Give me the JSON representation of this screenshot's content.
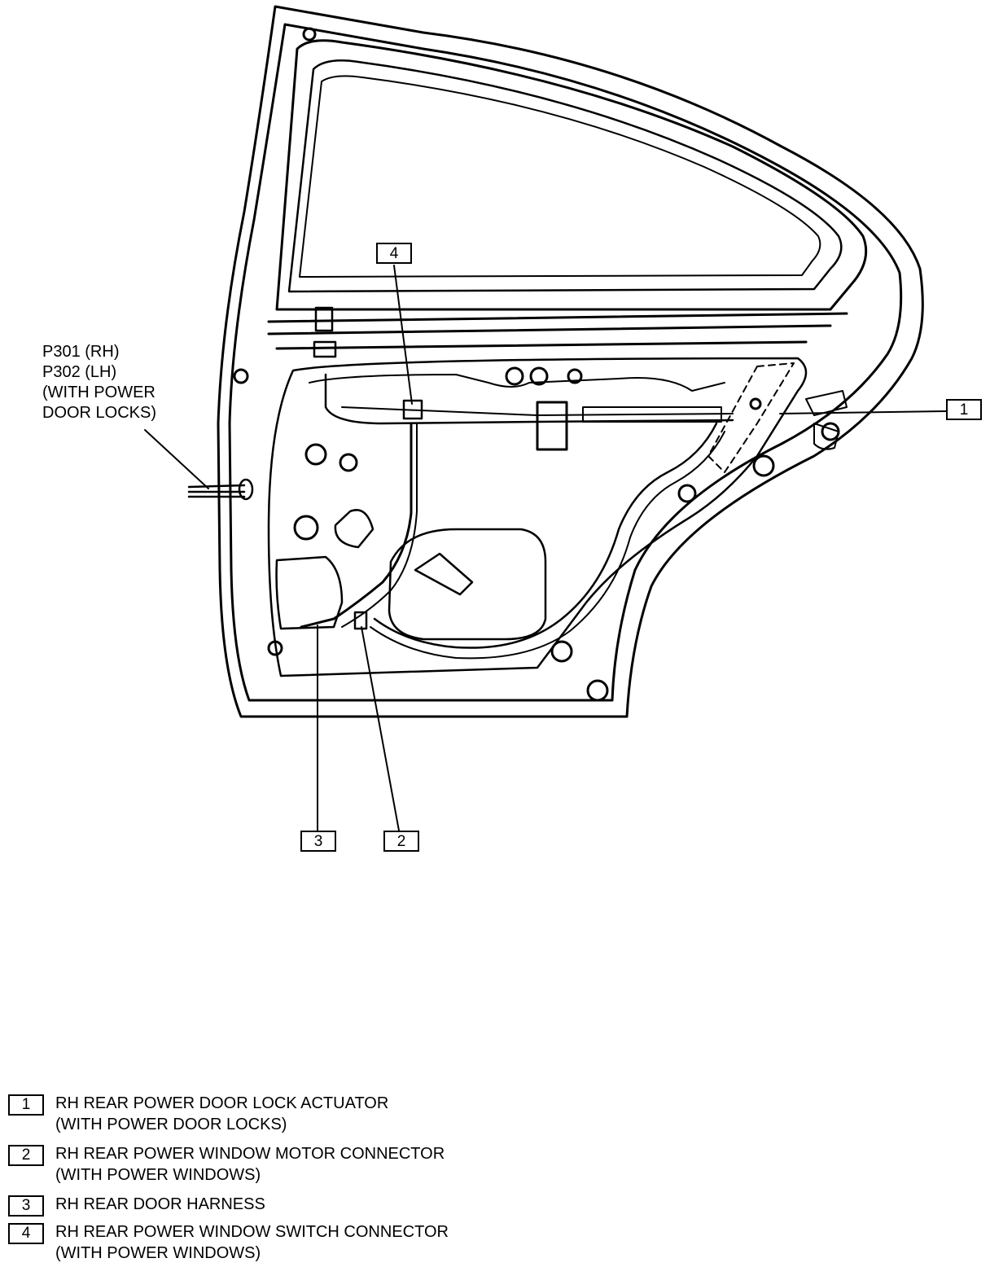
{
  "diagram": {
    "side_label_lines": [
      "P301 (RH)",
      "P302 (LH)",
      "(WITH POWER",
      "DOOR LOCKS)"
    ],
    "callouts": [
      "1",
      "2",
      "3",
      "4"
    ]
  },
  "legend": [
    {
      "number": "1",
      "line1": "RH REAR POWER DOOR LOCK ACTUATOR",
      "line2": "(WITH POWER DOOR LOCKS)"
    },
    {
      "number": "2",
      "line1": "RH REAR POWER WINDOW MOTOR CONNECTOR",
      "line2": "(WITH POWER WINDOWS)"
    },
    {
      "number": "3",
      "line1": "RH REAR DOOR HARNESS",
      "line2": ""
    },
    {
      "number": "4",
      "line1": "RH REAR POWER WINDOW SWITCH CONNECTOR",
      "line2": "(WITH POWER WINDOWS)"
    }
  ]
}
